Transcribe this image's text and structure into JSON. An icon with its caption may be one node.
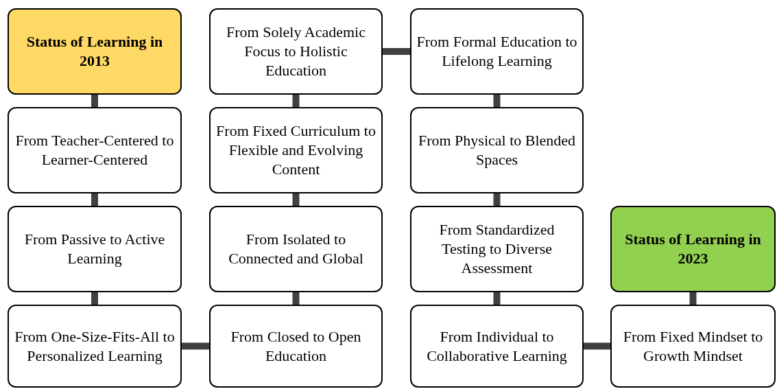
{
  "diagram": {
    "nodes": [
      {
        "text": [
          "Status of Learning in 2013"
        ]
      },
      {
        "text": [
          "From Teacher-Centered to Learner-Centered"
        ]
      },
      {
        "text": [
          "From Passive to Active Learning"
        ]
      },
      {
        "text": [
          "From One-Size-Fits-All to Personalized Learning"
        ]
      },
      {
        "text": [
          "From Closed to Open Education"
        ]
      },
      {
        "text": [
          "From Isolated to Connected and Global"
        ]
      },
      {
        "text": [
          "From Fixed Curriculum to Flexible and Evolving Content"
        ]
      },
      {
        "text": [
          "From Solely Academic Focus to Holistic Education"
        ]
      },
      {
        "text": [
          "From Formal Education to Lifelong Learning"
        ]
      },
      {
        "text": [
          "From Physical to Blended Spaces"
        ]
      },
      {
        "text": [
          "From Standardized Testing to Diverse Assessment"
        ]
      },
      {
        "text": [
          "From Individual to Collaborative Learning"
        ]
      },
      {
        "text": [
          "From Fixed Mindset to Growth Mindset"
        ]
      },
      {
        "text": [
          "Status of Learning in 2023"
        ]
      }
    ],
    "edges": [
      {
        "from": 0,
        "to": 1,
        "arrow": "none"
      },
      {
        "from": 1,
        "to": 2,
        "arrow": "none"
      },
      {
        "from": 2,
        "to": 3,
        "arrow": "none"
      },
      {
        "from": 3,
        "to": 4,
        "arrow": "none"
      },
      {
        "from": 4,
        "to": 5,
        "arrow": "none"
      },
      {
        "from": 5,
        "to": 6,
        "arrow": "none"
      },
      {
        "from": 6,
        "to": 7,
        "arrow": "none"
      },
      {
        "from": 7,
        "to": 8,
        "arrow": "none"
      },
      {
        "from": 8,
        "to": 9,
        "arrow": "none"
      },
      {
        "from": 9,
        "to": 10,
        "arrow": "none"
      },
      {
        "from": 10,
        "to": 11,
        "arrow": "none"
      },
      {
        "from": 11,
        "to": 12,
        "arrow": "none"
      },
      {
        "from": 12,
        "to": 13,
        "arrow": "none"
      }
    ]
  }
}
